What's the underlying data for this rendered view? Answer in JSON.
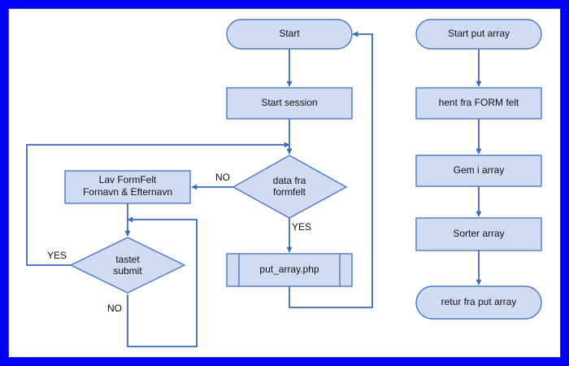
{
  "colors": {
    "page_border": "#0000ff",
    "node_fill": "#cfdcf3",
    "node_stroke": "#4a78c4",
    "connector": "#3a6cbf"
  },
  "diagram": {
    "nodes": {
      "start": "Start",
      "start_session": "Start session",
      "data_fra_formfelt": [
        "data fra",
        "formfelt"
      ],
      "lav_formfelt": [
        "Lav FormFelt",
        "Fornavn & Efternavn"
      ],
      "tastet_submit": [
        "tastet",
        "submit"
      ],
      "put_array_php": "put_array.php",
      "start_put_array": "Start put array",
      "hent_fra_form_felt": "hent fra FORM felt",
      "gem_i_array": "Gem i array",
      "sorter_array": "Sorter array",
      "retur_fra_put_array": "retur fra put array"
    },
    "branch_labels": {
      "data_no": "NO",
      "data_yes": "YES",
      "submit_yes": "YES",
      "submit_no": "NO"
    }
  }
}
